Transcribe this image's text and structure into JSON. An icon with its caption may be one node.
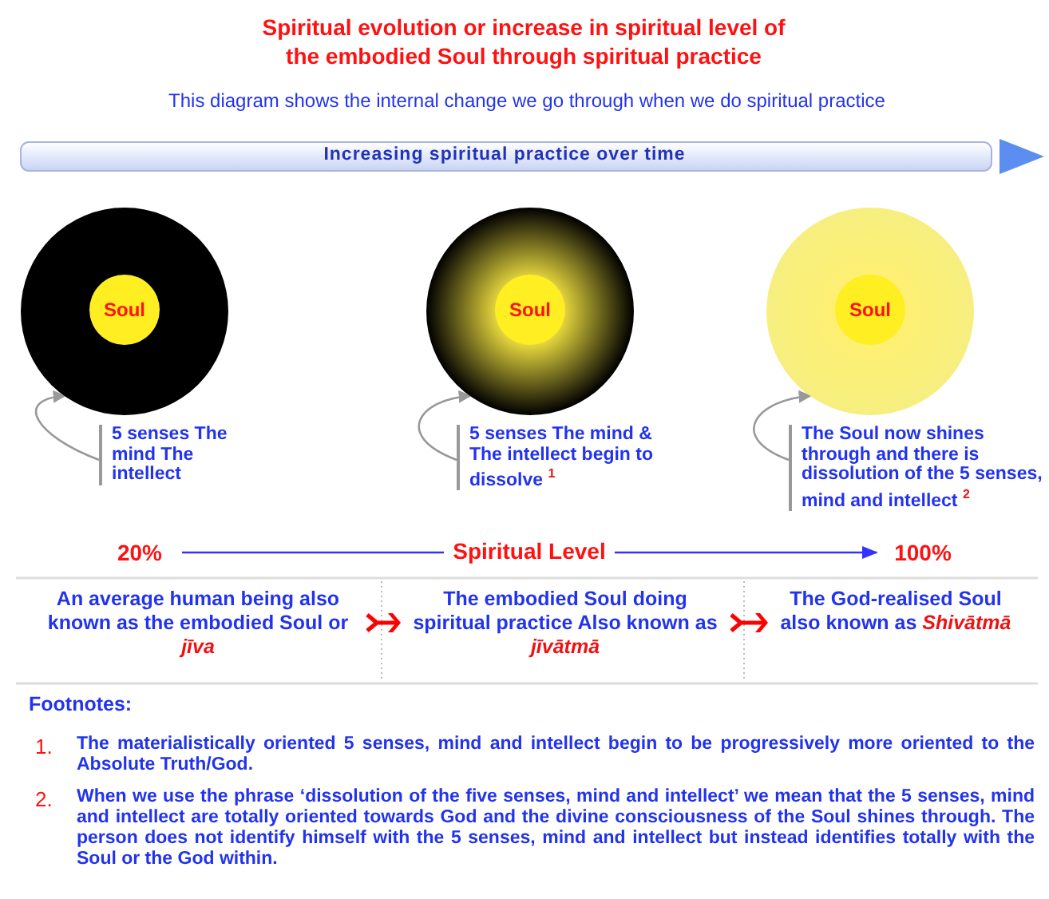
{
  "diagram": {
    "title": "Spiritual evolution or increase in spiritual level of the embodied Soul through spiritual practice",
    "nodes": [
      {
        "text": [
          "Increasing spiritual practice over time"
        ]
      },
      {
        "text": [],
        "shape": "circle"
      },
      {
        "text": [
          "Soul"
        ],
        "in": 1
      },
      {
        "text": [
          "5 senses The mind The intellect"
        ]
      },
      {
        "text": [],
        "shape": "circle"
      },
      {
        "text": [
          "Soul"
        ],
        "in": 4
      },
      {
        "text": [
          "5 senses The mind & The intellect begin to dissolve $^{1}$"
        ]
      },
      {
        "text": [],
        "shape": "circle"
      },
      {
        "text": [
          "Soul"
        ],
        "in": 7
      },
      {
        "text": [
          "The Soul now shines through and there is dissolution of the 5 senses, mind and intellect $^{2}$"
        ]
      },
      {
        "text": [
          "20%"
        ]
      },
      {
        "text": [
          "100%"
        ]
      },
      {
        "text": [
          "An average human being also known as the embodied Soul or *jīva*"
        ]
      },
      {
        "text": [
          "The embodied Soul doing spiritual practice Also known as *jīvātmā*"
        ]
      },
      {
        "text": [
          "The God-realised Soul also known as *Shivātmā*"
        ]
      }
    ],
    "edges": [
      {
        "from": 3,
        "to": 1,
        "arrow": "to",
        "color": "#999999"
      },
      {
        "from": 6,
        "to": 4,
        "arrow": "to",
        "color": "#999999"
      },
      {
        "from": 9,
        "to": 7,
        "arrow": "to",
        "color": "#999999"
      },
      {
        "from": 10,
        "to": 11,
        "arrow": "to",
        "label": "Spiritual Level",
        "color": "#3333ff"
      },
      {
        "from": 12,
        "to": 13,
        "arrow": "to",
        "color": "#ff0000"
      },
      {
        "from": 13,
        "to": 14,
        "arrow": "to",
        "color": "#ff0000"
      }
    ],
    "labels": [
      "This diagram shows the internal change we go through when we do spiritual practice",
      "Footnotes:",
      "1.",
      "The materialistically oriented 5 senses, mind and intellect begin to be progressively more oriented to the Absolute Truth/God.",
      "2.",
      "When we use the phrase ‘dissolution of the five senses, mind and intellect’ we mean that the 5 senses, mind and intellect are totally oriented towards God and the divine consciousness of the Soul shines through. The person does not identify himself with the 5 senses, mind and intellect but instead identifies totally with the Soul or the God within."
    ]
  }
}
